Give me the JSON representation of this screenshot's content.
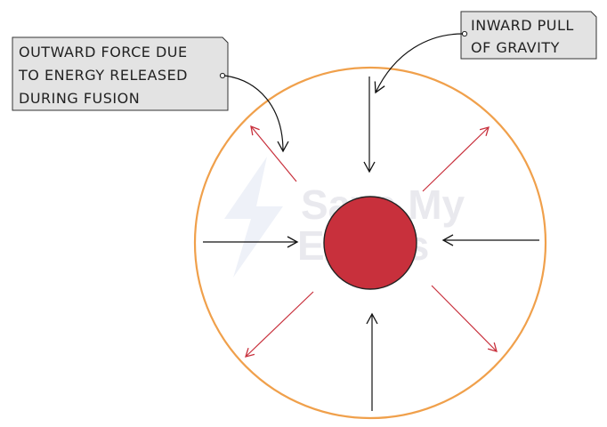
{
  "callouts": {
    "outward": {
      "lines": [
        "OUTWARD FORCE DUE",
        "TO ENERGY RELEASED",
        "DURING FUSION"
      ]
    },
    "inward": {
      "lines": [
        "INWARD PULL",
        "OF GRAVITY"
      ]
    }
  },
  "watermark": {
    "line1": "Save My",
    "line2": "Exams"
  },
  "colors": {
    "star_outline": "#f0a04b",
    "core_fill": "#c8303c",
    "outward_arrow": "#c8303c",
    "inward_arrow": "#111111",
    "callout_fill": "#e3e3e3",
    "watermark": "#e9e9ee"
  }
}
